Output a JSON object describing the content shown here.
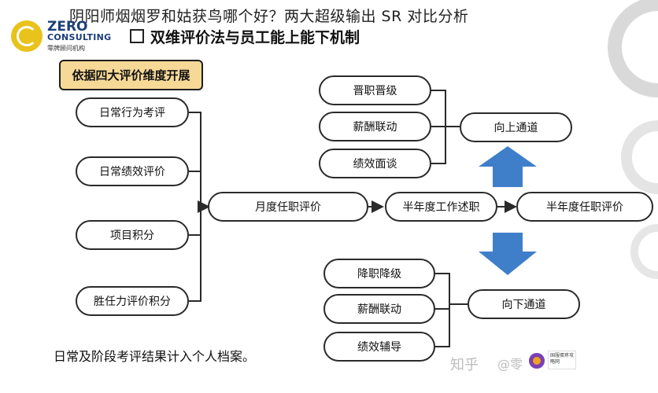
{
  "page_title": "阴阳师烟烟罗和姑获鸟哪个好？两大超级输出 SR 对比分析",
  "logo": {
    "line1": "ZERO",
    "line2": "CONSULTING",
    "line3": "零牌顾问机构"
  },
  "heading": "双维评价法与员工能上能下机制",
  "tag": "依据四大评价维度开展",
  "left_items": [
    "日常行为考评",
    "日常绩效评价",
    "项目积分",
    "胜任力评价积分"
  ],
  "center": {
    "monthly": "月度任职评价",
    "half_review": "半年度工作述职",
    "half_eval": "半年度任职评价"
  },
  "up": {
    "label": "向上通道",
    "items": [
      "晋职晋级",
      "薪酬联动",
      "绩效面谈"
    ]
  },
  "down": {
    "label": "向下通道",
    "items": [
      "降职降级",
      "薪酬联动",
      "绩效辅导"
    ]
  },
  "footer_note": "日常及阶段考评结果计入个人档案。",
  "watermark": {
    "zhihu": "知乎",
    "at": "@零",
    "tag_text": "国服蛋疼攻略网"
  },
  "colors": {
    "tag_fill": "#f6d897",
    "arrow_blue": "#3f7fc9",
    "deco_gray": "#d9d9d9",
    "logo_yellow": "#e9c21b",
    "logo_navy": "#1c3e7a"
  }
}
